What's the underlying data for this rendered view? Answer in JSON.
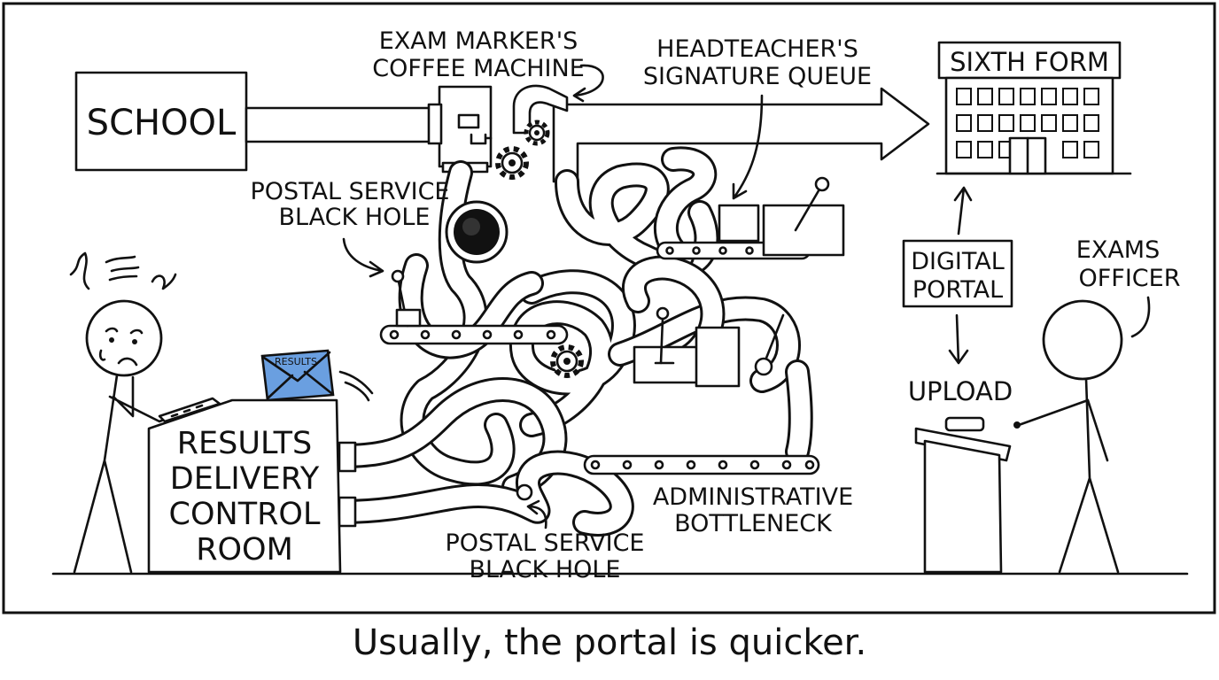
{
  "labels": {
    "school": "SCHOOL",
    "coffee_1": "EXAM MARKER'S",
    "coffee_2": "COFFEE MACHINE",
    "queue_1": "HEADTEACHER'S",
    "queue_2": "SIGNATURE QUEUE",
    "sixth_form": "SIXTH FORM",
    "hole_top_1": "POSTAL SERVICE",
    "hole_top_2": "BLACK HOLE",
    "envelope": "RESULTS",
    "control_1": "RESULTS",
    "control_2": "DELIVERY",
    "control_3": "CONTROL",
    "control_4": "ROOM",
    "portal_1": "DIGITAL",
    "portal_2": "PORTAL",
    "upload": "UPLOAD",
    "officer_1": "EXAMS",
    "officer_2": "OFFICER",
    "bottleneck_1": "ADMINISTRATIVE",
    "bottleneck_2": "BOTTLENECK",
    "hole_bottom_1": "POSTAL SERVICE",
    "hole_bottom_2": "BLACK HOLE"
  },
  "caption": "Usually, the portal is quicker.",
  "colors": {
    "envelope": "#6a9fe0",
    "ink": "#111111"
  }
}
